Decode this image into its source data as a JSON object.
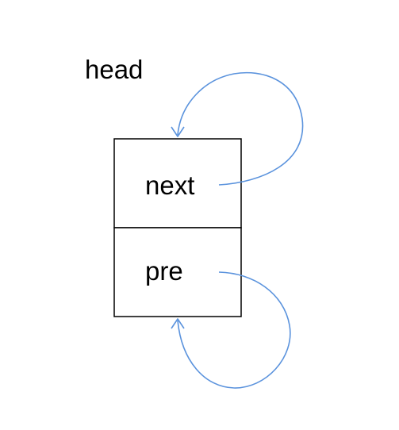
{
  "diagram": {
    "head_label": "head",
    "node": {
      "field_next": "next",
      "field_pre": "pre"
    },
    "colors": {
      "box_stroke": "#000000",
      "arrow": "#5b93dd",
      "text": "#000000"
    }
  }
}
